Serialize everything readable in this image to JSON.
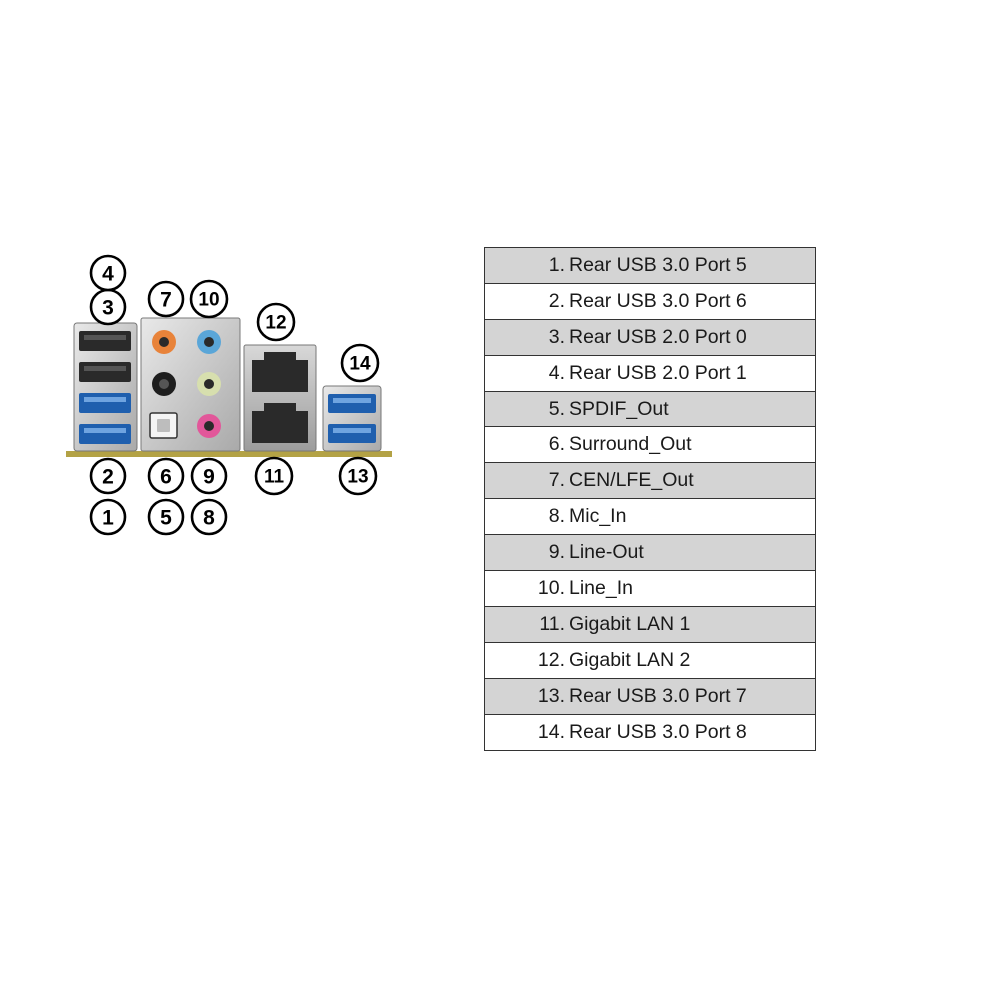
{
  "callouts": [
    "1",
    "2",
    "3",
    "4",
    "5",
    "6",
    "7",
    "8",
    "9",
    "10",
    "11",
    "12",
    "13",
    "14"
  ],
  "legend": [
    {
      "num": "1.",
      "label": "Rear USB 3.0 Port 5"
    },
    {
      "num": "2.",
      "label": "Rear USB 3.0 Port 6"
    },
    {
      "num": "3.",
      "label": "Rear USB 2.0 Port 0"
    },
    {
      "num": "4.",
      "label": "Rear USB 2.0 Port 1"
    },
    {
      "num": "5.",
      "label": "SPDIF_Out"
    },
    {
      "num": "6.",
      "label": "Surround_Out"
    },
    {
      "num": "7.",
      "label": "CEN/LFE_Out"
    },
    {
      "num": "8.",
      "label": "Mic_In"
    },
    {
      "num": "9.",
      "label": "Line-Out"
    },
    {
      "num": "10.",
      "label": "Line_In"
    },
    {
      "num": "11.",
      "label": "Gigabit LAN 1"
    },
    {
      "num": "12.",
      "label": "Gigabit LAN 2"
    },
    {
      "num": "13.",
      "label": "Rear USB 3.0 Port 7"
    },
    {
      "num": "14.",
      "label": "Rear USB 3.0 Port 8"
    }
  ],
  "colors": {
    "usb3_blue": "#1f5fae",
    "usb2_black": "#2a2a2a",
    "audio_orange": "#e8833a",
    "audio_blue": "#5aa6d8",
    "audio_black": "#1e1e1e",
    "audio_lime": "#d7dfae",
    "audio_pink": "#e2579a",
    "board_edge": "#b3a245"
  }
}
